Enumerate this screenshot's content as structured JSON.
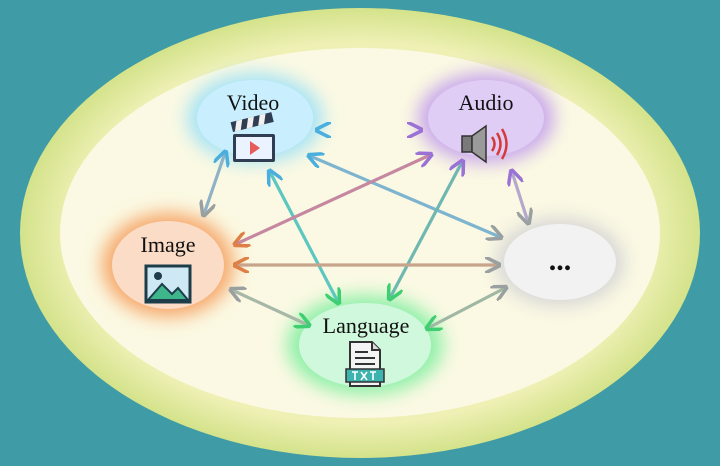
{
  "nodes": {
    "video": {
      "label": "Video",
      "color": "#a6e3f5"
    },
    "audio": {
      "label": "Audio",
      "color": "#c7a6ec"
    },
    "image": {
      "label": "Image",
      "color": "#f6b27a"
    },
    "language": {
      "label": "Language",
      "color": "#8ef0a8"
    },
    "more": {
      "label": "...",
      "color": "#e3e3e3"
    }
  },
  "icons": {
    "video": "clapperboard-icon",
    "audio": "speaker-icon",
    "image": "picture-icon",
    "language": "txt-file-icon"
  },
  "colors": {
    "background": "#3f9ba5",
    "arrow_video": "#4aaede",
    "arrow_audio": "#9a72d6",
    "arrow_image": "#e07f45",
    "arrow_language": "#3fce72",
    "arrow_more": "#9aa0a0"
  }
}
